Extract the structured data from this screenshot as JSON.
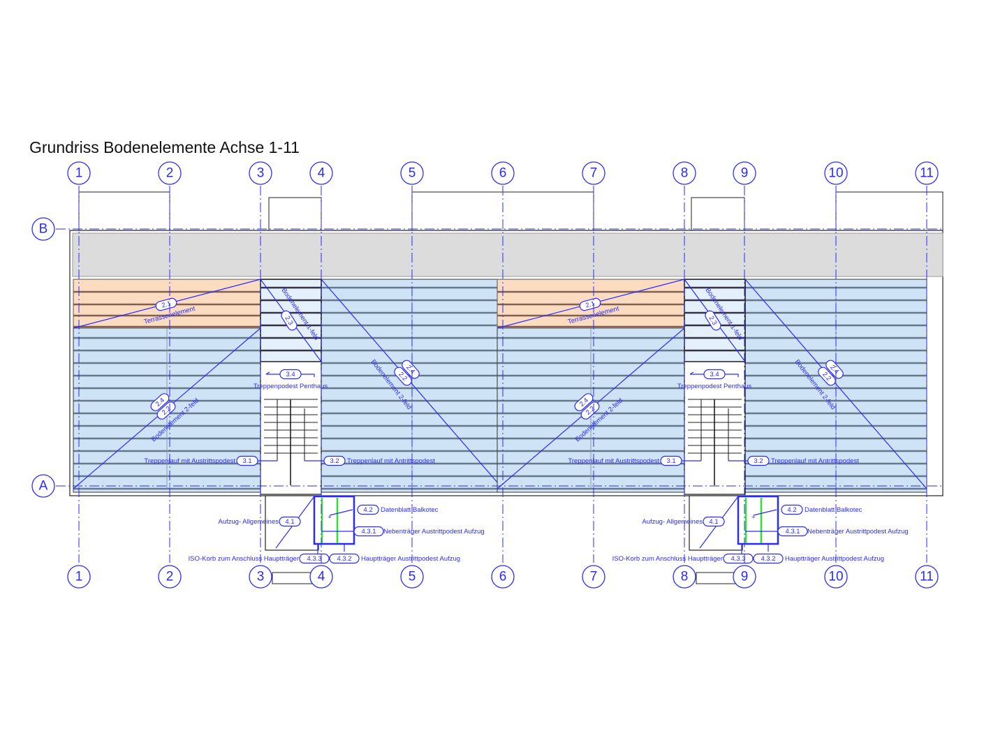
{
  "title": "Grundriss Bodenelemente Achse 1-11",
  "axes": [
    "1",
    "2",
    "3",
    "4",
    "5",
    "6",
    "7",
    "8",
    "9",
    "10",
    "11"
  ],
  "grid_rows": [
    "B",
    "A"
  ],
  "colors": {
    "annotation": "#2a2aff",
    "floor": "#cfe3f7",
    "terrace": "#fbdcc0",
    "roof": "#dcdcdc",
    "support": "#33dd33"
  },
  "modules": [
    {
      "terrace_tag": "2.1",
      "terrace_label": "Terrassenelement",
      "single_tag": "2.3",
      "single_label": "Bodenelement 1-feld",
      "left_tag_a": "2.4",
      "left_tag_b": "2.2",
      "left_label": "Bodenelement 2-feld",
      "right_tag_a": "2.4",
      "right_tag_b": "2.2",
      "right_label": "Bodenelement 2-feld",
      "landing_tag": "3.4",
      "landing_label": "Treppenpodest Penthaus",
      "stair_out_tag": "3.1",
      "stair_out_label": "Treppenlauf mit Austrittspodest",
      "stair_in_tag": "3.2",
      "stair_in_label": "Treppenlauf mit Antrittspodest",
      "lift_tag": "4.1",
      "lift_label": "Aufzug- Allgemeines",
      "balkotec_tag": "4.2",
      "balkotec_label": "Datenblatt Balkotec",
      "secondary_tag": "4.3.1",
      "secondary_label": "Nebenträger Austrittpodest Aufzug",
      "iso_tag": "4.3.3",
      "iso_label": "ISO-Korb zum Anschluss Hauptträger",
      "main_tag": "4.3.2",
      "main_label": "Hauptträger Austrittpodest Aufzug"
    },
    {
      "terrace_tag": "2.1",
      "terrace_label": "Terrassenelement",
      "single_tag": "2.3",
      "single_label": "Bodenelement 1-feld",
      "left_tag_a": "2.4",
      "left_tag_b": "2.2",
      "left_label": "Bodenelement 2-feld",
      "right_tag_a": "2.4",
      "right_tag_b": "2.2",
      "right_label": "Bodenelement 2-feld",
      "landing_tag": "3.4",
      "landing_label": "Treppenpodest Penthaus",
      "stair_out_tag": "3.1",
      "stair_out_label": "Treppenlauf mit Austrittspodest",
      "stair_in_tag": "3.2",
      "stair_in_label": "Treppenlauf mit Antrittspodest",
      "lift_tag": "4.1",
      "lift_label": "Aufzug- Allgemeines",
      "balkotec_tag": "4.2",
      "balkotec_label": "Datenblatt Balkotec",
      "secondary_tag": "4.3.1",
      "secondary_label": "Nebenträger Austrittpodest Aufzug",
      "iso_tag": "4.3.3",
      "iso_label": "ISO-Korb zum Anschluss Hauptträger",
      "main_tag": "4.3.2",
      "main_label": "Hauptträger Austrittpodest Aufzug"
    }
  ]
}
